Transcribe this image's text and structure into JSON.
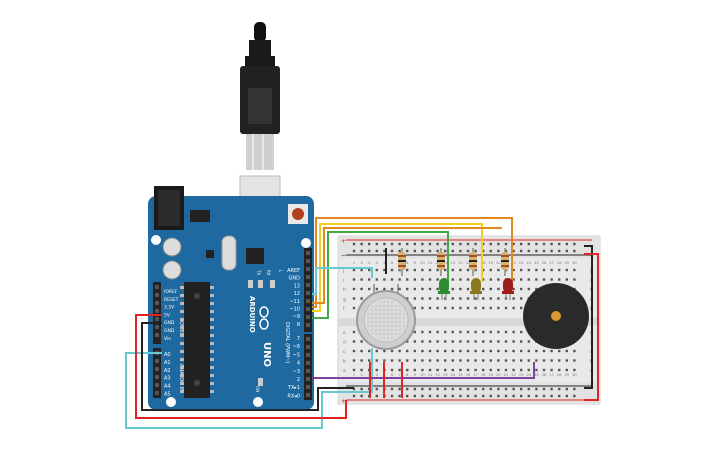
{
  "arduino": {
    "brand": "ARDUINO",
    "model": "UNO",
    "power_header_title": "POWER",
    "analog_header_title": "ANALOG IN",
    "digital_header_title": "DIGITAL (PWM~)",
    "on_label": "ON",
    "tx_label": "TX",
    "rx_label": "RX",
    "l_label": "L",
    "power_pins": [
      "IOREF",
      "RESET",
      "3.3V",
      "5V",
      "GND",
      "GND",
      "Vin"
    ],
    "analog_pins": [
      "A0",
      "A1",
      "A2",
      "A3",
      "A4",
      "A5"
    ],
    "digital_top_pins": [
      "AREF",
      "GND",
      "13",
      "12",
      "~11",
      "~10",
      "~9",
      "8"
    ],
    "digital_bottom_pins": [
      "7",
      "~6",
      "~5",
      "4",
      "~3",
      "2",
      "TX▸1",
      "RX◂0"
    ]
  },
  "breadboard": {
    "row_letters_top": [
      "j",
      "i",
      "h",
      "g",
      "f"
    ],
    "row_letters_bottom": [
      "e",
      "d",
      "c",
      "b",
      "a"
    ],
    "column_numbers": [
      "1",
      "2",
      "3",
      "4",
      "5",
      "6",
      "7",
      "8",
      "9",
      "10",
      "11",
      "12",
      "13",
      "14",
      "15",
      "16",
      "17",
      "18",
      "19",
      "20",
      "21",
      "22",
      "23",
      "24",
      "25",
      "26",
      "27",
      "28",
      "29",
      "30"
    ],
    "rail_plus": "+",
    "rail_minus": "−"
  },
  "components": {
    "leds": [
      {
        "color": "#2e8b2e"
      },
      {
        "color": "#8a7a1e"
      },
      {
        "color": "#a01c1c"
      }
    ]
  },
  "colors": {
    "board": "#1e6aa0",
    "board_dark": "#155a8a",
    "wire_orange": "#e08a1e",
    "wire_yellow": "#f0d020",
    "wire_green": "#40a840",
    "wire_cyan": "#66c8d0",
    "wire_red": "#e02424",
    "wire_black": "#222222",
    "wire_purple": "#8040a0"
  }
}
